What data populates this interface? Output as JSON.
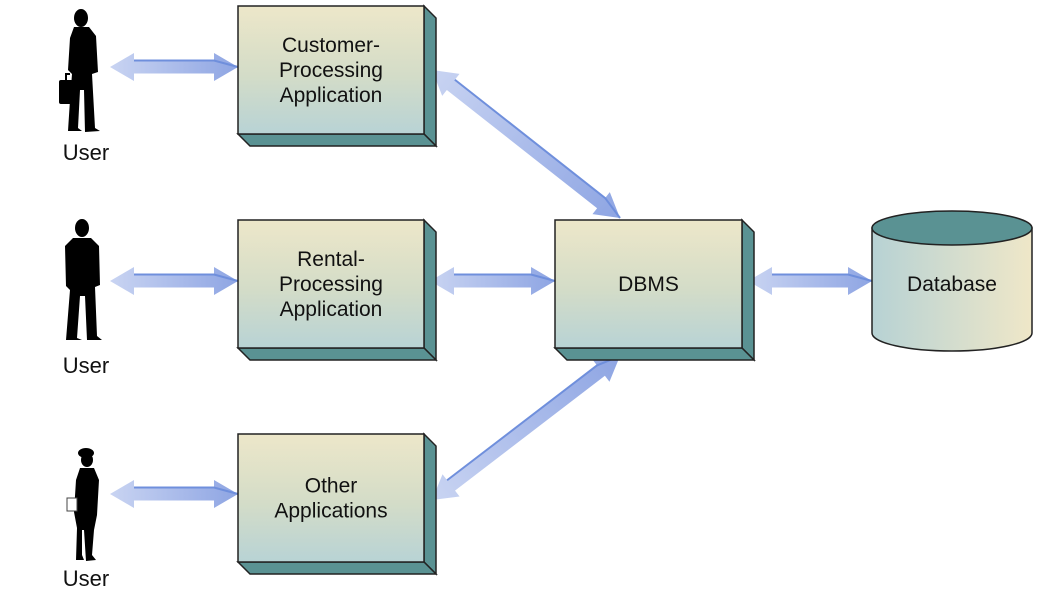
{
  "diagram": {
    "title": "",
    "users": [
      {
        "label": "User",
        "figure": "businessman-with-briefcase-icon"
      },
      {
        "label": "User",
        "figure": "man-arms-crossed-icon"
      },
      {
        "label": "User",
        "figure": "woman-holding-papers-icon"
      }
    ],
    "applications": [
      {
        "lines": [
          "Customer-",
          "Processing",
          "Application"
        ]
      },
      {
        "lines": [
          "Rental-",
          "Processing",
          "Application"
        ]
      },
      {
        "lines": [
          "Other",
          "Applications"
        ]
      }
    ],
    "dbms": {
      "label": "DBMS"
    },
    "database": {
      "label": "Database"
    },
    "connections": [
      {
        "from": "User 1",
        "to": "Customer-Processing Application",
        "type": "bidirectional"
      },
      {
        "from": "User 2",
        "to": "Rental-Processing Application",
        "type": "bidirectional"
      },
      {
        "from": "User 3",
        "to": "Other Applications",
        "type": "bidirectional"
      },
      {
        "from": "Customer-Processing Application",
        "to": "DBMS",
        "type": "bidirectional"
      },
      {
        "from": "Rental-Processing Application",
        "to": "DBMS",
        "type": "bidirectional"
      },
      {
        "from": "Other Applications",
        "to": "DBMS",
        "type": "bidirectional"
      },
      {
        "from": "DBMS",
        "to": "Database",
        "type": "bidirectional"
      }
    ],
    "colors": {
      "box_top": "#ece6c8",
      "box_bottom": "#b9d4d4",
      "box_side": "#5a9293",
      "arrow_light": "#c9d4f2",
      "arrow_dark": "#8ea5e3",
      "arrow_edge": "#6f8fdc"
    }
  }
}
